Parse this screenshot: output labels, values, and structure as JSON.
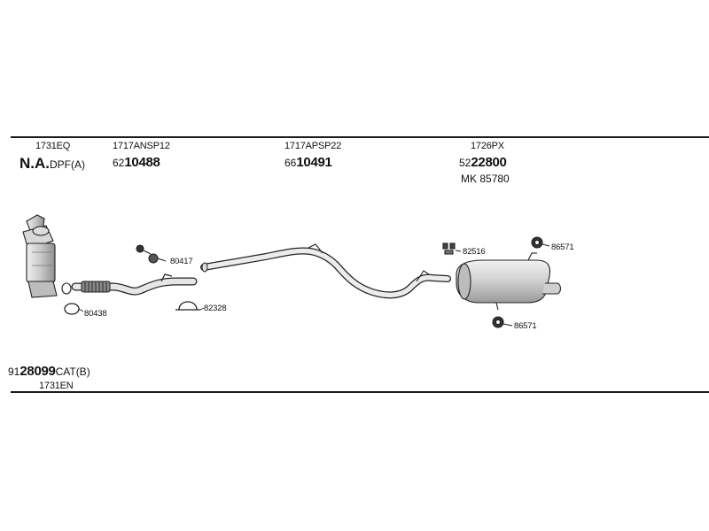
{
  "header": {
    "col1": {
      "code": "1731EQ",
      "main": "N.A.",
      "suffix": "DPF(A)"
    },
    "col2": {
      "code": "1717ANSP12",
      "prefix": "62",
      "main": "10488"
    },
    "col3": {
      "code": "1717APSP22",
      "prefix": "66",
      "main": "10491"
    },
    "col4": {
      "code": "1726PX",
      "prefix": "52",
      "main": "22800",
      "mk_prefix": "MK",
      "mk_number": "85780"
    }
  },
  "parts": {
    "p80417": "80417",
    "p82328": "82328",
    "p80438": "80438",
    "p82516": "82516",
    "p86571_top": "86571",
    "p86571_bottom": "86571"
  },
  "footer": {
    "prefix": "91",
    "main": "28099",
    "suffix": "CAT(B)",
    "code": "1731EN"
  }
}
